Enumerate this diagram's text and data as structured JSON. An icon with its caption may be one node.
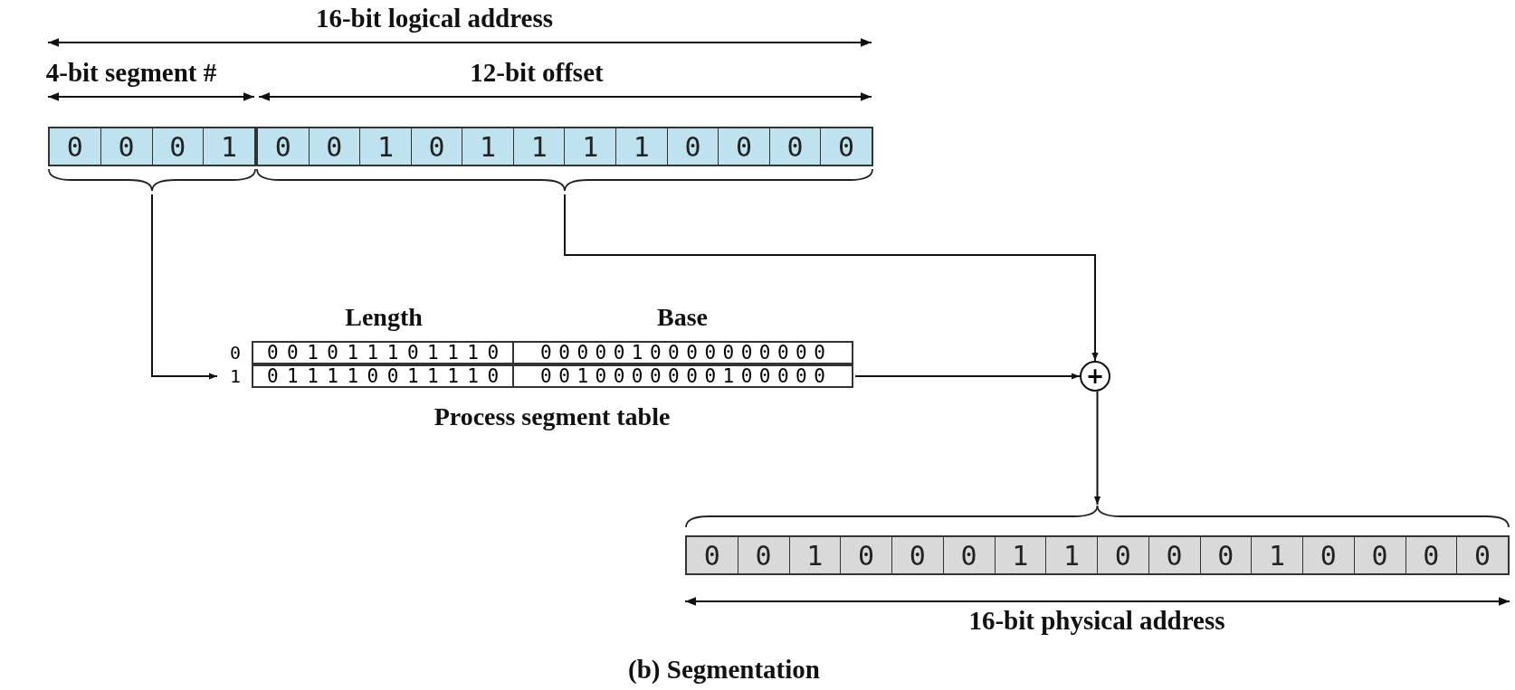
{
  "diagram": {
    "caption": "(b) Segmentation",
    "nodes": [
      {
        "text": [
          "0",
          "0",
          "0",
          "1"
        ]
      },
      {
        "text": [
          "0",
          "0",
          "1",
          "0",
          "1",
          "1",
          "1",
          "1",
          "0",
          "0",
          "0",
          "0"
        ]
      },
      {
        "text": [
          "Length",
          "Base"
        ],
        "beside": [
          "Process segment table"
        ]
      },
      {
        "text": [
          "001011101110",
          "0000010000000000"
        ],
        "beside": [
          "0"
        ],
        "in": 2
      },
      {
        "text": [
          "011110011110",
          "0010000000100000"
        ],
        "beside": [
          "1"
        ],
        "in": 2
      },
      {
        "text": [
          "+"
        ]
      },
      {
        "text": [
          "0",
          "0",
          "1",
          "0",
          "0",
          "0",
          "1",
          "1",
          "0",
          "0",
          "0",
          "1",
          "0",
          "0",
          "0",
          "0"
        ]
      }
    ],
    "edges": [
      {
        "from": 0,
        "to": 4,
        "arrow": "to"
      },
      {
        "from": 1,
        "to": 5,
        "arrow": "to"
      },
      {
        "from": 4,
        "to": 5,
        "arrow": "to"
      },
      {
        "from": 5,
        "to": 6,
        "arrow": "to"
      }
    ],
    "labels": [
      "16-bit logical address",
      "4-bit segment #",
      "12-bit offset",
      "16-bit physical address"
    ]
  }
}
